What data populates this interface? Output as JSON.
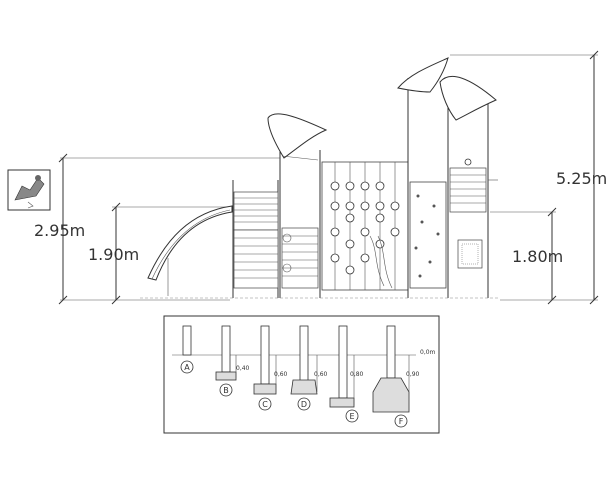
{
  "dimensions": {
    "total_height": "5.25m",
    "platform_left": "2.95m",
    "platform_mid": "1.90m",
    "platform_right": "1.80m"
  },
  "footings": {
    "ground_level": "0,0m",
    "types": [
      {
        "id": "A"
      },
      {
        "id": "B",
        "depth": "0,40"
      },
      {
        "id": "C",
        "depth": "0,60"
      },
      {
        "id": "D",
        "depth": "0,60"
      },
      {
        "id": "E",
        "depth": "0,80"
      },
      {
        "id": "F",
        "depth": "0,90"
      }
    ]
  },
  "icon": {
    "name": "age-warning-pictogram"
  }
}
